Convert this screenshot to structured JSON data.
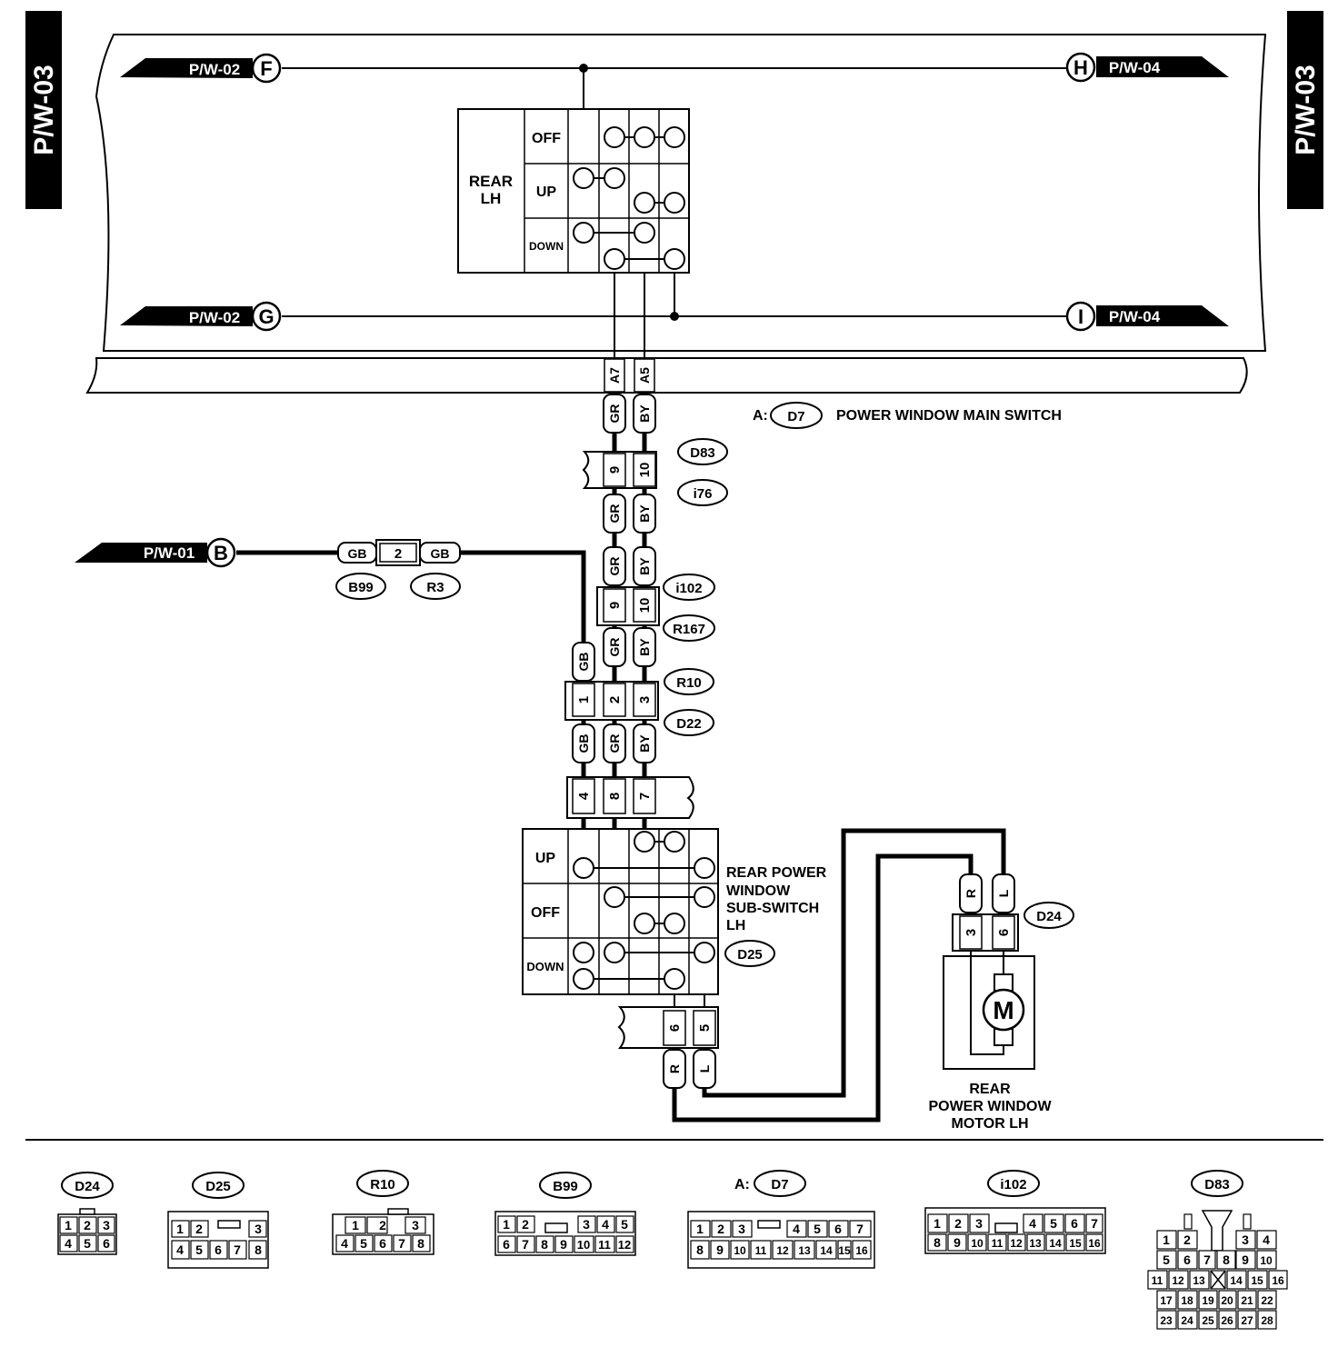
{
  "page_tabs": {
    "left": "P/W-03",
    "right": "P/W-03"
  },
  "refs": {
    "F": {
      "page": "P/W-02",
      "letter": "F"
    },
    "G": {
      "page": "P/W-02",
      "letter": "G"
    },
    "H": {
      "page": "P/W-04",
      "letter": "H"
    },
    "I": {
      "page": "P/W-04",
      "letter": "I"
    },
    "B": {
      "page": "P/W-01",
      "letter": "B"
    }
  },
  "main_switch": {
    "name_line1": "REAR",
    "name_line2": "LH",
    "positions": [
      "OFF",
      "UP",
      "DOWN"
    ],
    "pins": [
      "A7",
      "A5"
    ],
    "ref_prefix": "A:",
    "connector": "D7",
    "label": "POWER WINDOW MAIN SWITCH"
  },
  "wires": {
    "gr": "GR",
    "by": "BY",
    "gb": "GB",
    "r": "R",
    "l": "L"
  },
  "connectors": {
    "d83": "D83",
    "i76": "i76",
    "d83_pins": [
      "9",
      "10"
    ],
    "b99": "B99",
    "r3": "R3",
    "b99_pin": "2",
    "i102": "i102",
    "r167": "R167",
    "i102_pins": [
      "9",
      "10"
    ],
    "r10": "R10",
    "d22": "D22",
    "r10_pins": [
      "1",
      "2",
      "3"
    ],
    "d25_top_pins": [
      "4",
      "8",
      "7"
    ],
    "d25_bottom_pins": [
      "6",
      "5"
    ],
    "d25": "D25",
    "d24": "D24",
    "d24_pins": [
      "3",
      "6"
    ]
  },
  "sub_switch": {
    "positions": [
      "UP",
      "OFF",
      "DOWN"
    ],
    "label_lines": [
      "REAR POWER",
      "WINDOW",
      "SUB-SWITCH",
      "LH"
    ]
  },
  "motor": {
    "symbol": "M",
    "label_lines": [
      "REAR",
      "POWER WINDOW",
      "MOTOR LH"
    ]
  },
  "legend": [
    {
      "name": "D24",
      "rows": [
        [
          "1",
          "2",
          "3"
        ],
        [
          "4",
          "5",
          "6"
        ]
      ]
    },
    {
      "name": "D25",
      "rows": [
        [
          "1",
          "2",
          "3"
        ],
        [
          "4",
          "5",
          "6",
          "7",
          "8"
        ]
      ]
    },
    {
      "name": "R10",
      "rows": [
        [
          "1",
          "2",
          "3"
        ],
        [
          "4",
          "5",
          "6",
          "7",
          "8"
        ]
      ]
    },
    {
      "name": "B99",
      "rows": [
        [
          "1",
          "2",
          "3",
          "4",
          "5"
        ],
        [
          "6",
          "7",
          "8",
          "9",
          "10",
          "11",
          "12"
        ]
      ]
    },
    {
      "name": "D7",
      "prefix": "A:",
      "rows": [
        [
          "1",
          "2",
          "3",
          "4",
          "5",
          "6",
          "7"
        ],
        [
          "8",
          "9",
          "10",
          "11",
          "12",
          "13",
          "14",
          "15",
          "16"
        ]
      ]
    },
    {
      "name": "i102",
      "rows": [
        [
          "1",
          "2",
          "3",
          "4",
          "5",
          "6",
          "7"
        ],
        [
          "8",
          "9",
          "10",
          "11",
          "12",
          "13",
          "14",
          "15",
          "16"
        ]
      ]
    },
    {
      "name": "D83",
      "rows": [
        [
          "1",
          "2",
          "3",
          "4"
        ],
        [
          "5",
          "6",
          "7",
          "8",
          "9",
          "10"
        ],
        [
          "11",
          "12",
          "13",
          "14",
          "15",
          "16"
        ],
        [
          "17",
          "18",
          "19",
          "20",
          "21",
          "22"
        ],
        [
          "23",
          "24",
          "25",
          "26",
          "27",
          "28"
        ]
      ]
    }
  ]
}
